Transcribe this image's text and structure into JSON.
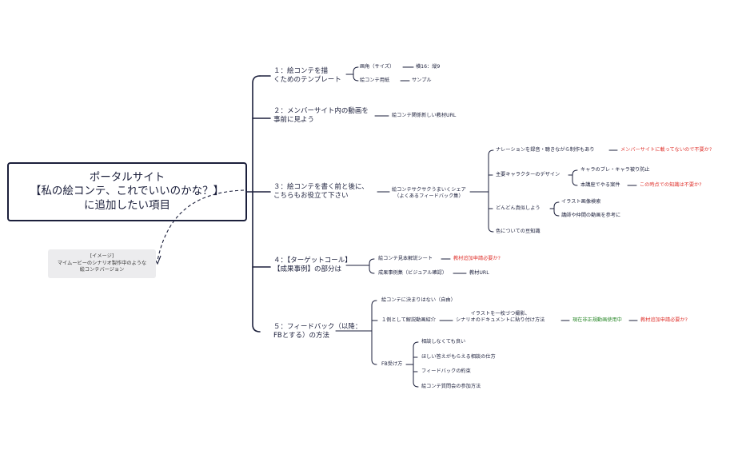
{
  "root": {
    "lines": [
      "ポータルサイト",
      "【私の絵コンテ、これでいいのかな？】",
      "に追加したい項目"
    ]
  },
  "note": {
    "lines": [
      "[イメージ]",
      "マイムービーのシナリオ製作中のような",
      "絵コンテバージョン"
    ]
  },
  "branches": [
    {
      "lines": [
        "１：絵コンテを描",
        "くためのテンプレート"
      ],
      "children": [
        {
          "label": "画角（サイズ）",
          "child": "横16：縦9"
        },
        {
          "label": "絵コンテ用紙",
          "child": "サンプル"
        }
      ]
    },
    {
      "lines": [
        "２：メンバーサイト内の動画を",
        "事前に見よう"
      ],
      "children": [
        {
          "label": "絵コンテ関係新しい教材URL"
        }
      ]
    },
    {
      "lines": [
        "３：絵コンテを書く前と後に、",
        "こちらもお役立て下さい"
      ],
      "hub": [
        "絵コンテサクサクうまいくシェア",
        "（よくあるフィードバック集）"
      ],
      "children": [
        {
          "label": "ナレーションを録音・聴きながら制作もあり",
          "note": "メンバーサイトに載ってないので不要か?"
        },
        {
          "label": "主要キャラクターのデザイン",
          "subs": [
            {
              "label": "キャラのブレ・キャラ被り防止"
            },
            {
              "label": "本講座でやる案件",
              "note": "この時点での知識は不要か?"
            }
          ]
        },
        {
          "label": "どんどん真似しよう",
          "subs": [
            {
              "label": "イラスト画像検索"
            },
            {
              "label": "講師や仲間の動画を参考に"
            }
          ]
        },
        {
          "label": "色についての豆知識"
        }
      ]
    },
    {
      "lines": [
        "４：【ターゲットコール】",
        "【成果事例】の部分は"
      ],
      "children": [
        {
          "label": "絵コンテ見本解説シート",
          "note": "教材追加申請必要か?"
        },
        {
          "label": "成果事例集（ビジュアル確認）",
          "child": "教材URL"
        }
      ]
    },
    {
      "lines": [
        "５：フィードバック（以降：",
        "FBとする）の方法"
      ],
      "children": [
        {
          "label": "絵コンテに決まりはない（自由）"
        },
        {
          "label": "１例として解説動画紹介",
          "child_lines": [
            "イラストを一枚づつ撮影、",
            "シナリオのドキュメントに貼り付け方法"
          ],
          "status": "現在非正規動画使用中",
          "note": "教材追加申請必要か?"
        },
        {
          "label": "FB受け方",
          "subs": [
            {
              "label": "相談しなくても良い"
            },
            {
              "label": "ほしい答えがもらえる相談の仕方"
            },
            {
              "label": "フィードバックの約束"
            },
            {
              "label": "絵コンテ質問会の参加方法"
            }
          ]
        }
      ]
    }
  ],
  "colors": {
    "line": "#1b1f3b",
    "red": "#e0342f",
    "green": "#2e8b2e",
    "note_bg": "#ececee"
  }
}
